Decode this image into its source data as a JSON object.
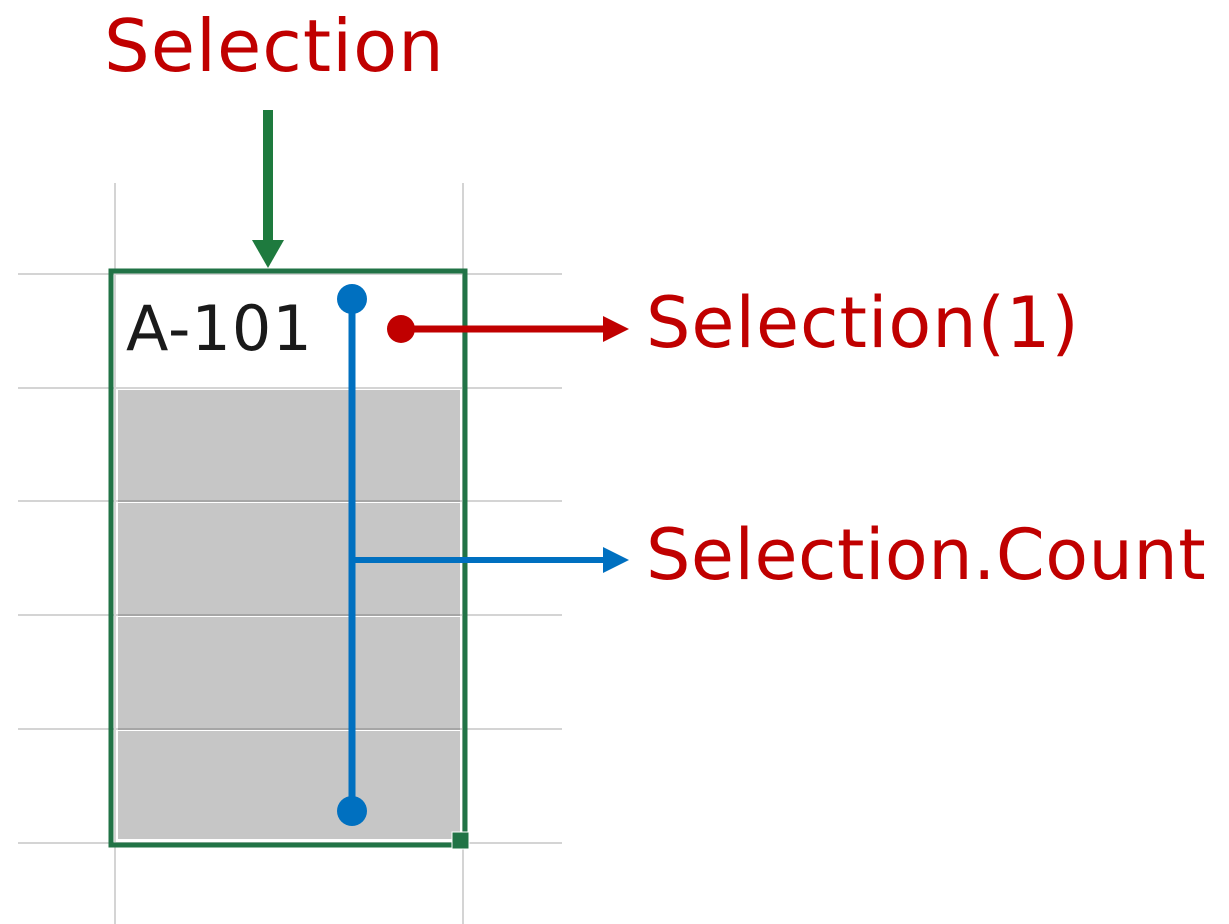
{
  "labels": {
    "selection": "Selection",
    "selection_first": "Selection(1)",
    "selection_count": "Selection.Count"
  },
  "cell": {
    "value": "A-101"
  },
  "colors": {
    "label_text": "#c00000",
    "selection_border": "#217346",
    "selection_pointer_arrow": "#1e7a3e",
    "count_bracket": "#0070c0",
    "first_item_arrow": "#c00000",
    "selected_fill": "#c6c6c6",
    "gridline": "#d4d4d4"
  }
}
